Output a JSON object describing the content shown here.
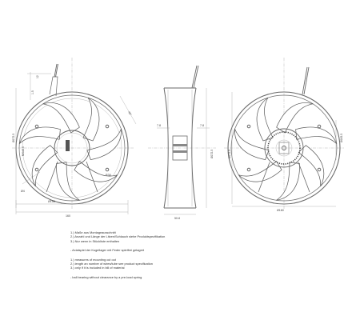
{
  "views": {
    "front": {
      "dims": {
        "blade_tip": "1.5",
        "tab_top": "12",
        "dia_left": "Ø172.5",
        "dia_lower_left": "Ø4",
        "r_lower": "R38",
        "screw_hole": "M4x8.5",
        "bottom_inner": "Ø158",
        "bottom_outer": "160",
        "angle_right": "45°"
      }
    },
    "side": {
      "dims": {
        "depth_mid": "7.8",
        "depth_right": "7.8",
        "dia_vertical": "Ø172.5",
        "bottom_width": "50.8"
      }
    },
    "rear": {
      "dims": {
        "dia_right": "Ø165.5",
        "dia_left": "Ø172.5",
        "bottom": "Ø160"
      }
    }
  },
  "notes_de": [
    "1.) Maße aus Montageausschnitt",
    "2.) Anzahl und Länge der Litzen/Schlauch siehe Produktspezifikation",
    "3.) Nur wenn in Stückliste enthalten"
  ],
  "note_de_extra": "- Axialspiel der Kugellager mit Feder spielfrei gelagert",
  "notes_en": [
    "1.) measures of mounting cut out",
    "2.) length an number of wires/tube see product specification",
    "3.) only if it is included in bill of material"
  ],
  "note_en_extra": "- ball bearing without clearance by a pre-load spring",
  "colors": {
    "line": "#6a6a6a",
    "text": "#444444"
  }
}
